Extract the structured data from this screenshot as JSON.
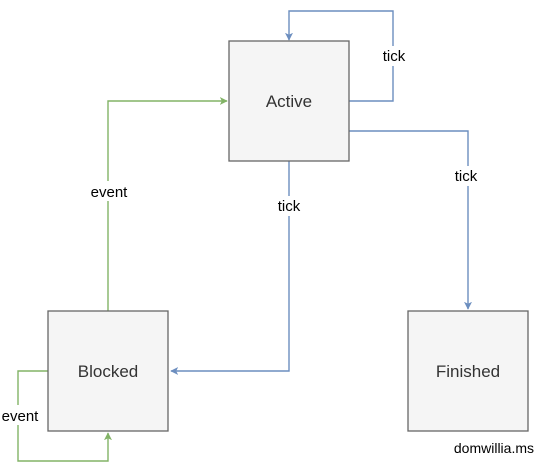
{
  "colors": {
    "tick_edge": "#6c8ebf",
    "event_edge": "#82b366",
    "node_fill": "#f5f5f5",
    "node_stroke": "#666666"
  },
  "nodes": {
    "active": "Active",
    "blocked": "Blocked",
    "finished": "Finished"
  },
  "edges": {
    "active_self": "tick",
    "active_to_finished": "tick",
    "active_to_blocked": "tick",
    "blocked_to_active": "event",
    "blocked_self": "event"
  },
  "watermark": "domwillia.ms"
}
